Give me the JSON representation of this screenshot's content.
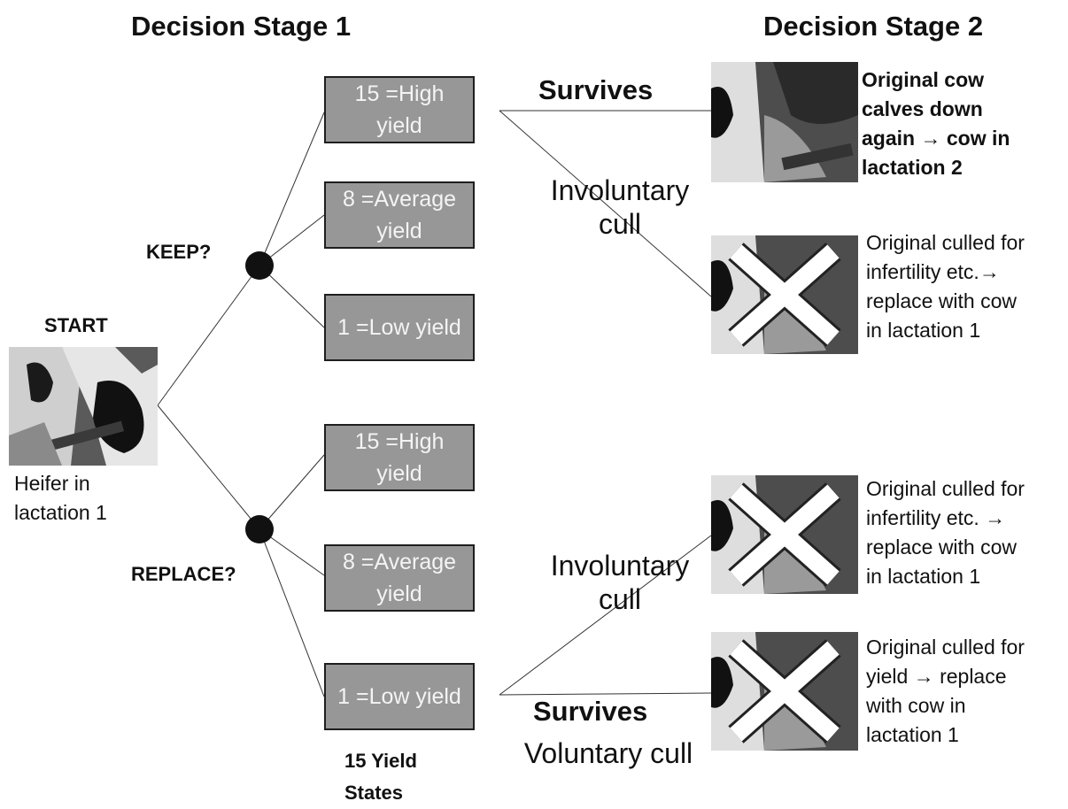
{
  "headings": {
    "stage1": "Decision Stage 1",
    "stage2": "Decision Stage 2"
  },
  "start": {
    "label": "START",
    "caption": "Heifer in\nlactation 1"
  },
  "decisions": {
    "keep": "KEEP?",
    "replace": "REPLACE?"
  },
  "yield_states": {
    "keep": [
      "15 =High\nyield",
      "8 =Average\nyield",
      "1 =Low yield"
    ],
    "replace": [
      "15 =High\nyield",
      "8 =Average\nyield",
      "1 =Low yield"
    ],
    "footer": "15 Yield\nStates"
  },
  "branches": {
    "keep_survives": "Survives",
    "keep_involuntary": "Involuntary\ncull",
    "replace_involuntary": "Involuntary\ncull",
    "replace_survives": "Survives",
    "replace_voluntary": "Voluntary cull"
  },
  "outcomes": {
    "calves_again": "Original cow\ncalves down\nagain → cow in\nlactation 2",
    "culled_infertility_1": "Original culled for\ninfertility etc.→\nreplace with cow\nin lactation 1",
    "culled_infertility_2": "Original culled for\ninfertility etc. →\nreplace with cow\nin lactation 1",
    "culled_yield": "Original culled for\nyield → replace\nwith cow in\nlactation 1"
  },
  "colors": {
    "box_fill": "#979797",
    "box_border": "#1e1e1e",
    "box_text": "#f4f4f4",
    "node": "#111111",
    "cross": "#ffffff"
  }
}
